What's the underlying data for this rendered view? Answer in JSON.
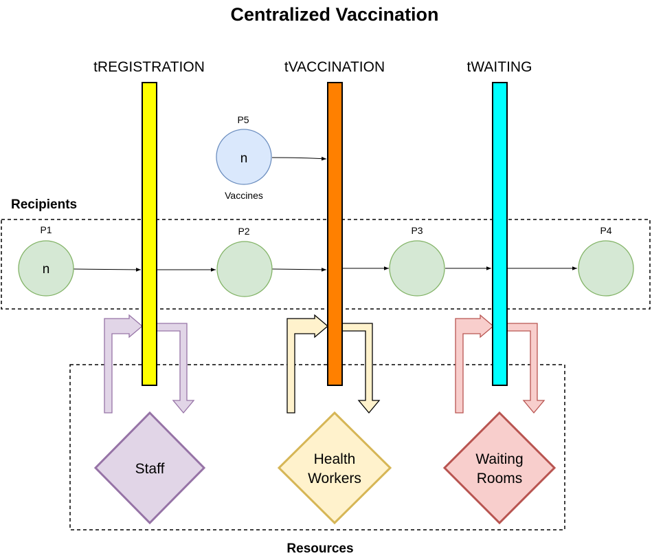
{
  "title": "Centralized Vaccination",
  "transitions": [
    {
      "label": "tREGISTRATION",
      "color": "#ffff00"
    },
    {
      "label": "tVACCINATION",
      "color": "#ff8000"
    },
    {
      "label": "tWAITING",
      "color": "#00ffff"
    }
  ],
  "places": [
    {
      "label": "P1",
      "token": "n"
    },
    {
      "label": "P2",
      "token": ""
    },
    {
      "label": "P3",
      "token": ""
    },
    {
      "label": "P4",
      "token": ""
    },
    {
      "label": "P5",
      "token": "n",
      "caption": "Vaccines"
    }
  ],
  "groups": {
    "recipients": "Recipients",
    "resources": "Resources"
  },
  "resources": [
    {
      "lines": [
        "Staff"
      ],
      "fill": "#e1d5e7",
      "stroke": "#9673a6"
    },
    {
      "lines": [
        "Health",
        "Workers"
      ],
      "fill": "#fff2cc",
      "stroke": "#d6b656"
    },
    {
      "lines": [
        "Waiting",
        "Rooms"
      ],
      "fill": "#f8cecc",
      "stroke": "#b85450"
    }
  ],
  "colors": {
    "recipient_place_fill": "#d5e8d4",
    "recipient_place_stroke": "#82b366",
    "vaccine_place_fill": "#dae8fc",
    "vaccine_place_stroke": "#6c8ebf"
  }
}
